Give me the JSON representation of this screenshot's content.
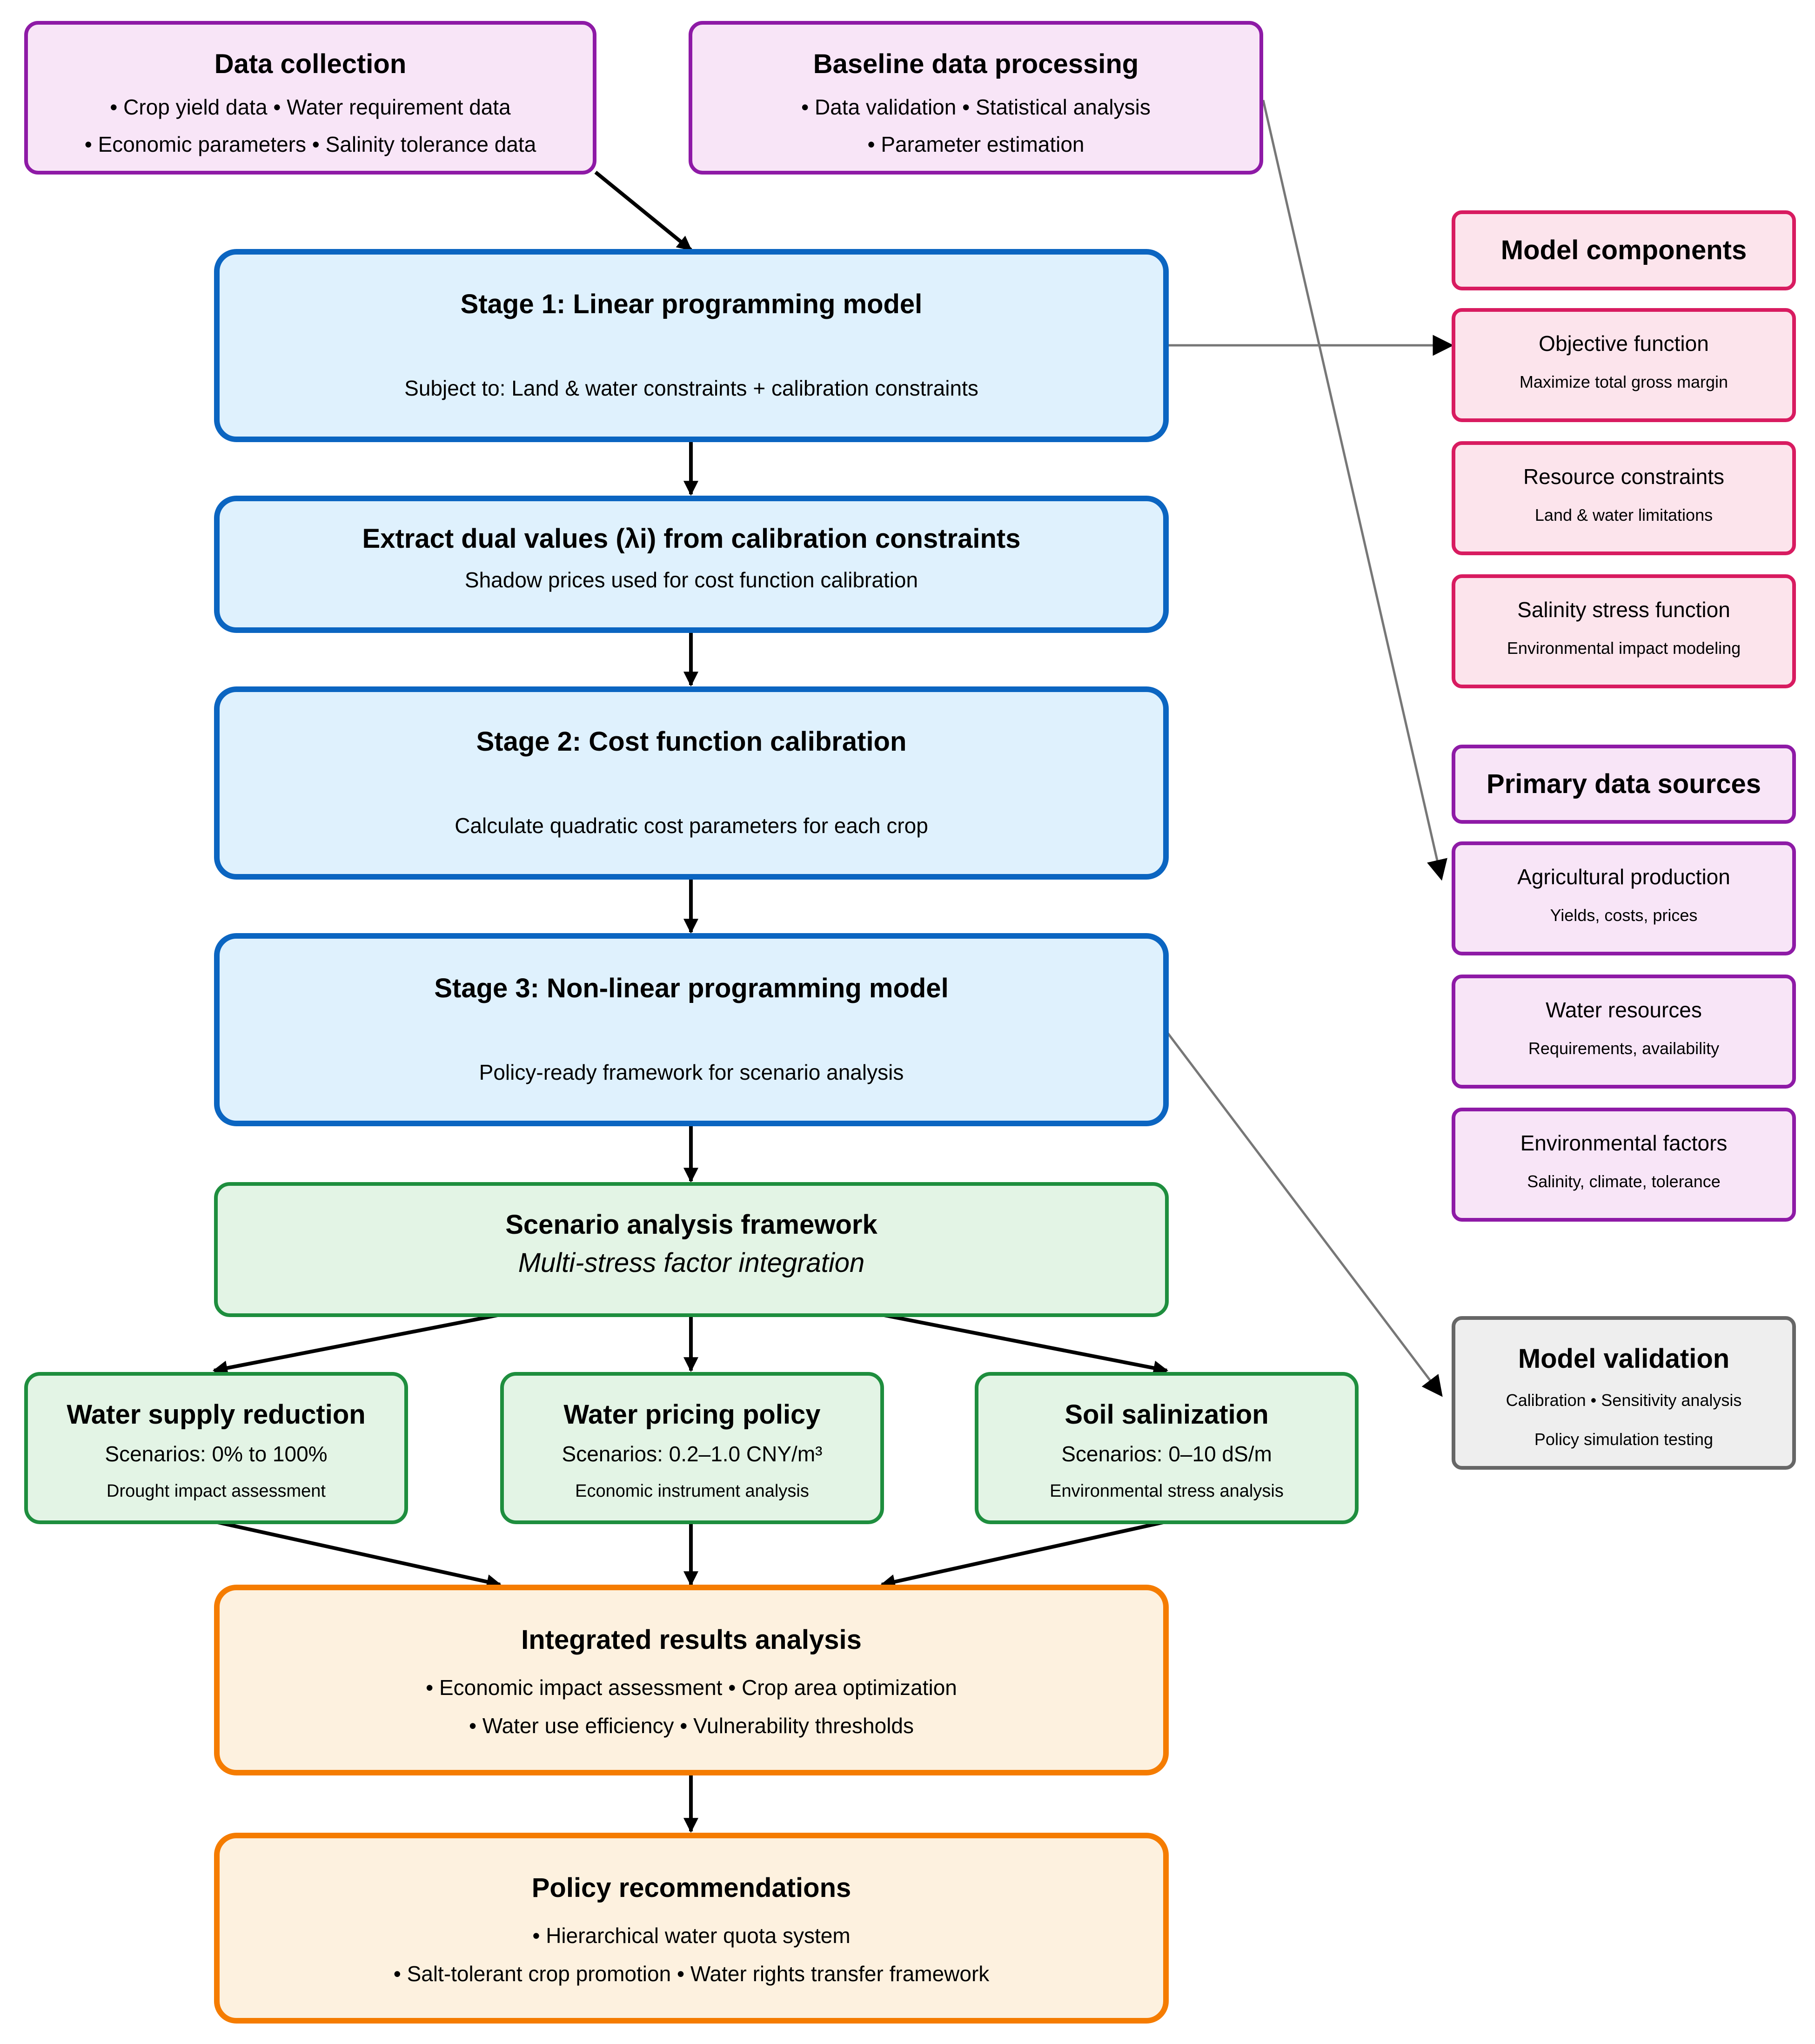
{
  "data_collection": {
    "title": "Data collection",
    "line1": "• Crop yield data • Water requirement data",
    "line2": "• Economic parameters • Salinity tolerance data"
  },
  "baseline": {
    "title": "Baseline data processing",
    "line1": "• Data validation • Statistical analysis",
    "line2": "• Parameter estimation"
  },
  "stage1": {
    "title": "Stage 1: Linear programming model",
    "subtitle": "Subject to: Land & water constraints + calibration constraints"
  },
  "dual": {
    "title": "Extract dual values (λi) from calibration constraints",
    "subtitle": "Shadow prices used for cost function calibration"
  },
  "stage2": {
    "title": "Stage 2: Cost function calibration",
    "subtitle": "Calculate quadratic cost parameters for each crop"
  },
  "stage3": {
    "title": "Stage 3: Non-linear programming model",
    "subtitle": "Policy-ready framework for scenario analysis"
  },
  "scenario_framework": {
    "title": "Scenario analysis framework",
    "subtitle": "Multi-stress factor integration"
  },
  "scenarios": [
    {
      "title": "Water supply reduction",
      "range": "Scenarios: 0% to 100%",
      "desc": "Drought impact assessment"
    },
    {
      "title": "Water pricing policy",
      "range": "Scenarios: 0.2–1.0 CNY/m³",
      "desc": "Economic instrument analysis"
    },
    {
      "title": "Soil salinization",
      "range": "Scenarios: 0–10 dS/m",
      "desc": "Environmental stress analysis"
    }
  ],
  "integrated": {
    "title": "Integrated results analysis",
    "line1": "• Economic impact assessment • Crop area optimization",
    "line2": "• Water use efficiency • Vulnerability thresholds"
  },
  "policy": {
    "title": "Policy recommendations",
    "line1": "• Hierarchical water quota system",
    "line2": "• Salt-tolerant crop promotion • Water rights transfer framework"
  },
  "model_components": {
    "header": "Model components",
    "items": [
      {
        "title": "Objective function",
        "desc": "Maximize total gross margin"
      },
      {
        "title": "Resource constraints",
        "desc": "Land & water limitations"
      },
      {
        "title": "Salinity stress function",
        "desc": "Environmental impact modeling"
      }
    ]
  },
  "data_sources": {
    "header": "Primary data sources",
    "items": [
      {
        "title": "Agricultural production",
        "desc": "Yields, costs, prices"
      },
      {
        "title": "Water resources",
        "desc": "Requirements, availability"
      },
      {
        "title": "Environmental factors",
        "desc": "Salinity, climate, tolerance"
      }
    ]
  },
  "validation": {
    "title": "Model validation",
    "line1": "Calibration • Sensitivity analysis",
    "line2": "Policy simulation testing"
  },
  "colors": {
    "purple_border": "#8e1aa6",
    "purple_fill": "#f8e5f7",
    "blue_border": "#0b65c1",
    "blue_fill": "#dff1fd",
    "green_border": "#1e8e3e",
    "green_fill": "#e3f4e5",
    "orange_border": "#f57c00",
    "orange_fill": "#fdf1df",
    "pink_border": "#d81b60",
    "pink_fill": "#fce4ec",
    "grey_border": "#666666",
    "grey_fill": "#eeeeee"
  }
}
